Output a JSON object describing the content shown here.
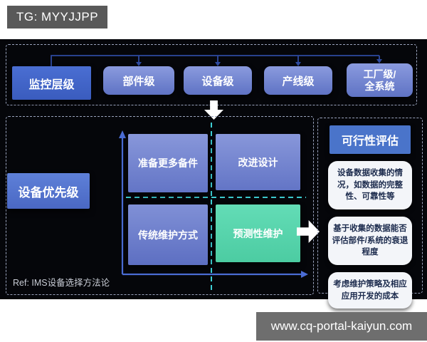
{
  "tg_badge": "TG: MYYJJPP",
  "hierarchy": {
    "root": "监控层级",
    "levels": [
      "部件级",
      "设备级",
      "产线级"
    ],
    "top_level_line1": "工厂级/",
    "top_level_line2": "全系统"
  },
  "matrix": {
    "axis_label": "设备优先级",
    "top_left": "准备更多备件",
    "top_right": "改进设计",
    "bottom_left": "传统维护方式",
    "bottom_right": "预测性维护"
  },
  "feasibility": {
    "title": "可行性评估",
    "items": [
      "设备数据收集的情况，如数据的完整性、可靠性等",
      "基于收集的数据能否评估部件/系统的衰退程度",
      "考虑维护策略及相应应用开发的成本"
    ]
  },
  "reference": "Ref:  IMS设备选择方法论",
  "watermark": "www.cq-portal-kaiyun.com",
  "colors": {
    "root_blue": "#3f63c6",
    "periwinkle": "#7d8ed6",
    "teal": "#55d6ae",
    "teal_dash": "#3ecfd4",
    "axis_blue": "#4a6cd4",
    "canvas_black": "#05060a",
    "badge_gray": "#595959",
    "watermark_gray": "#6e6e6e"
  }
}
